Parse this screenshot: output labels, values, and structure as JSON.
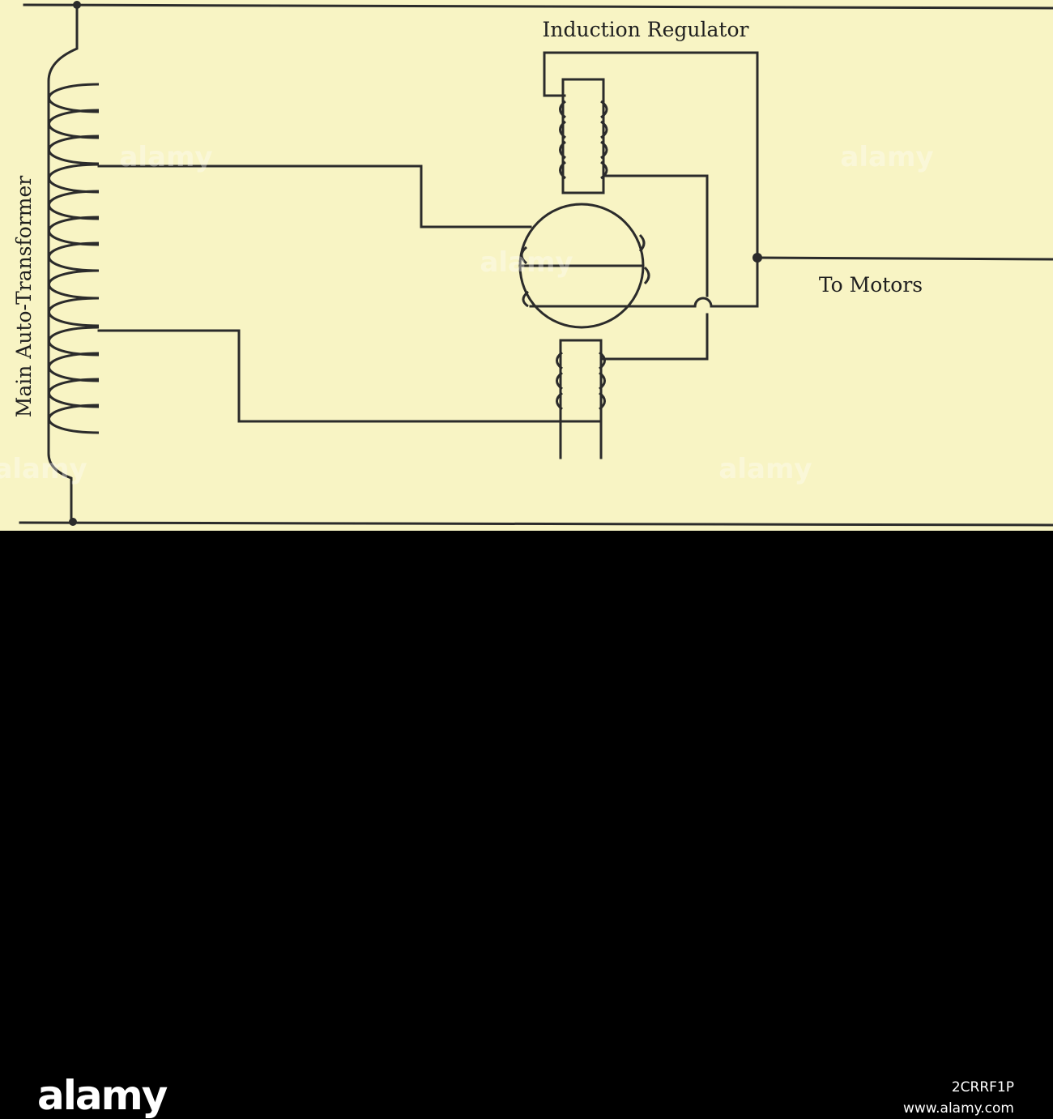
{
  "diagram": {
    "labels": {
      "regulator": "Induction Regulator",
      "transformer": "Main Auto-Transformer",
      "output": "To Motors"
    },
    "watermark": "alamy"
  },
  "footer": {
    "brand": "alamy",
    "image_id": "2CRRF1P",
    "site": "www.alamy.com"
  },
  "colors": {
    "paper": "#f8f4c4",
    "ink": "#2b2b2b",
    "footer": "#000000"
  }
}
